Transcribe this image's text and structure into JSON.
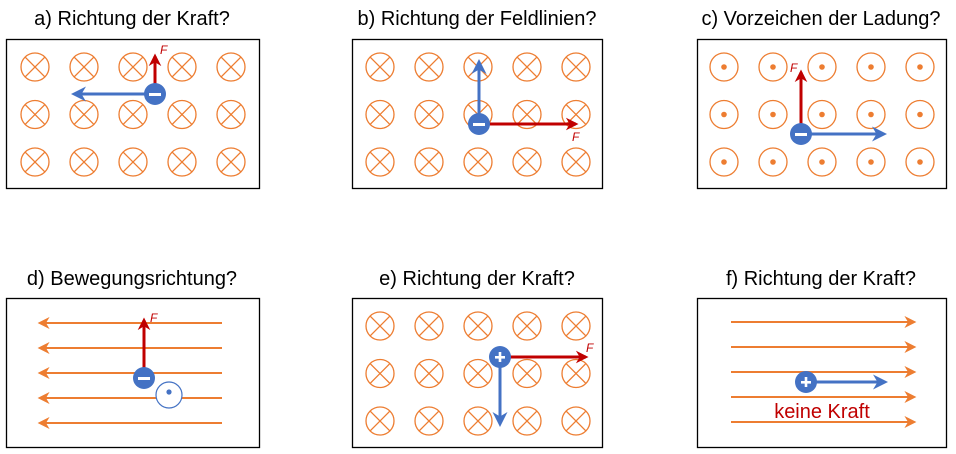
{
  "colors": {
    "field": "#ed7d31",
    "charge": "#4472c4",
    "force": "#c00000",
    "frame": "#000000"
  },
  "panels": [
    {
      "id": "a",
      "title": "a) Richtung der Kraft?",
      "field": "into-page",
      "field_symbol": "cross-circle-icon",
      "charge_sign": "−",
      "charge_type": "negative",
      "velocity_dir": "left",
      "force_dir": "up",
      "force_label": "F",
      "note": ""
    },
    {
      "id": "b",
      "title": "b) Richtung der Feldlinien?",
      "field": "into-page",
      "field_symbol": "cross-circle-icon",
      "charge_sign": "−",
      "charge_type": "negative",
      "velocity_dir": "up",
      "force_dir": "right",
      "force_label": "F",
      "note": ""
    },
    {
      "id": "c",
      "title": "c) Vorzeichen der Ladung?",
      "field": "out-of-page",
      "field_symbol": "dot-circle-icon",
      "charge_sign": "−",
      "charge_type": "negative",
      "velocity_dir": "right",
      "force_dir": "up",
      "force_label": "F",
      "note": ""
    },
    {
      "id": "d",
      "title": "d) Bewegungsrichtung?",
      "field": "left",
      "field_symbol": "arrow-line-icon",
      "charge_sign": "−",
      "charge_type": "negative",
      "velocity_dir": "out-of-page",
      "force_dir": "up",
      "force_label": "F",
      "note": ""
    },
    {
      "id": "e",
      "title": "e) Richtung der Kraft?",
      "field": "into-page",
      "field_symbol": "cross-circle-icon",
      "charge_sign": "+",
      "charge_type": "positive",
      "velocity_dir": "down",
      "force_dir": "right",
      "force_label": "F",
      "note": ""
    },
    {
      "id": "f",
      "title": "f) Richtung der Kraft?",
      "field": "right",
      "field_symbol": "arrow-line-icon",
      "charge_sign": "+",
      "charge_type": "positive",
      "velocity_dir": "right",
      "force_dir": "none",
      "force_label": "",
      "note": "keine Kraft"
    }
  ]
}
